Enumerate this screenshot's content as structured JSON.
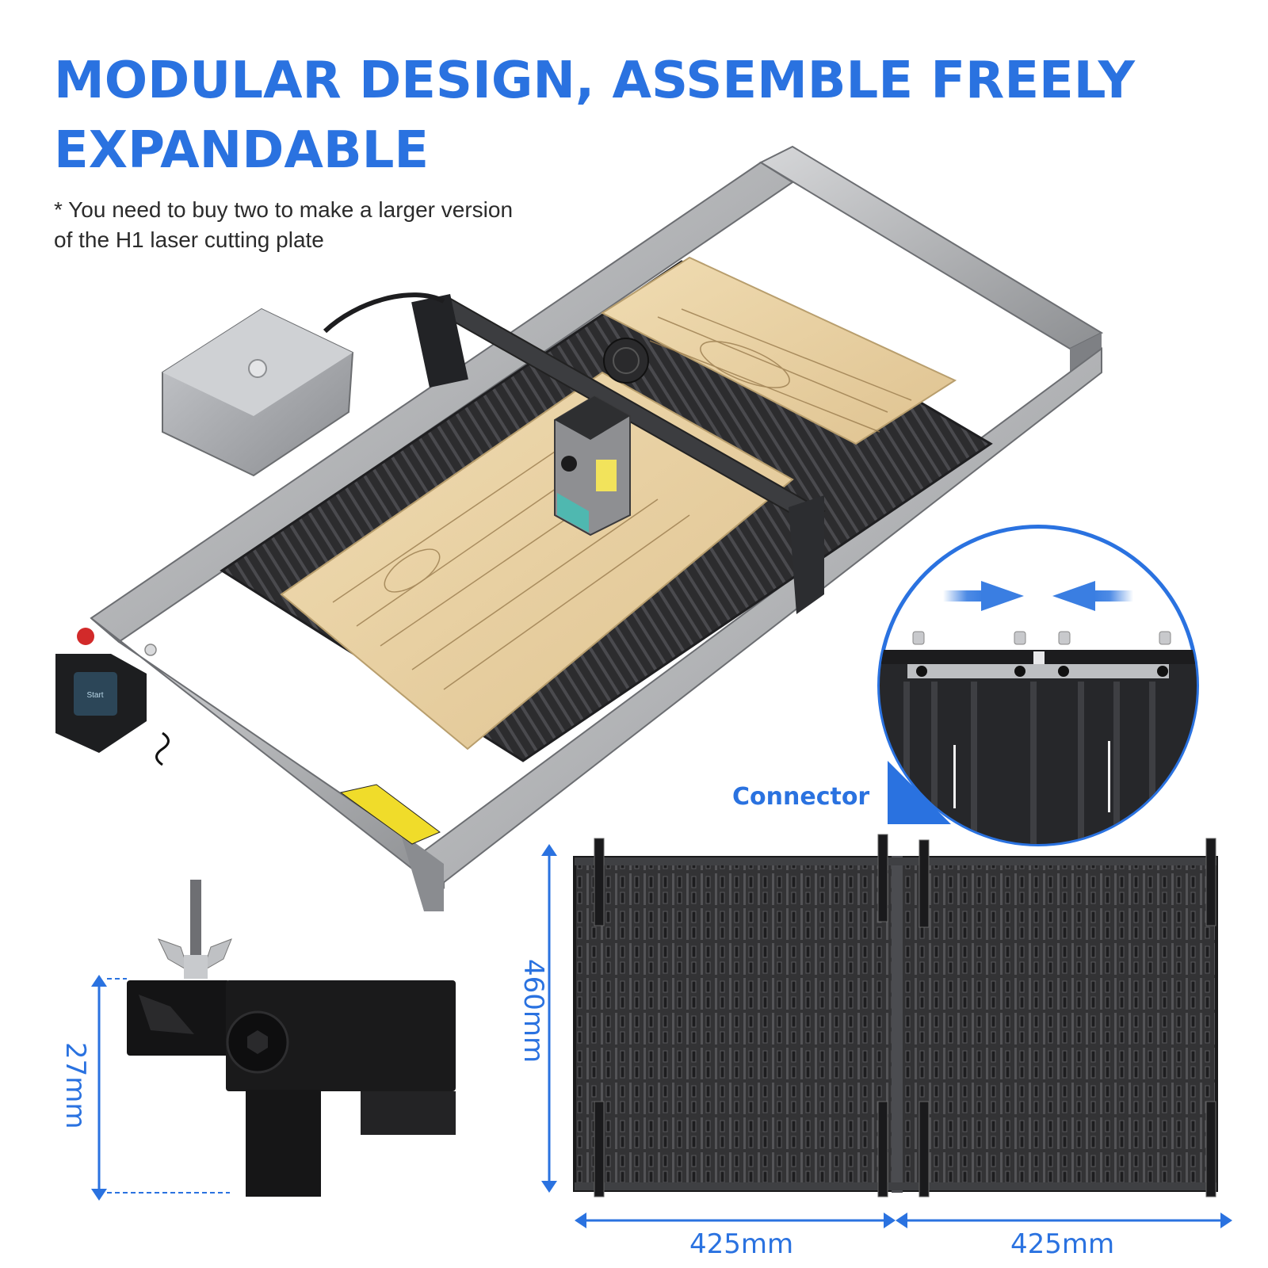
{
  "headline": {
    "line1": "MODULAR DESIGN, ASSEMBLE FREELY",
    "line2": "EXPANDABLE"
  },
  "note": {
    "line1": "* You need to buy two to make a larger version",
    "line2": "of the H1 laser cutting plate"
  },
  "callouts": {
    "connector": "Connector"
  },
  "dimensions": {
    "height_plate": "460mm",
    "width_left": "425mm",
    "width_right": "425mm",
    "clamp_height": "27mm"
  },
  "device": {
    "screen_button": "Start"
  },
  "colors": {
    "accent": "#2a72e0",
    "text": "#2b2b2b",
    "plate": "#2e2e2e",
    "frame": "#a9abae",
    "wood": "#e8cf9e"
  }
}
